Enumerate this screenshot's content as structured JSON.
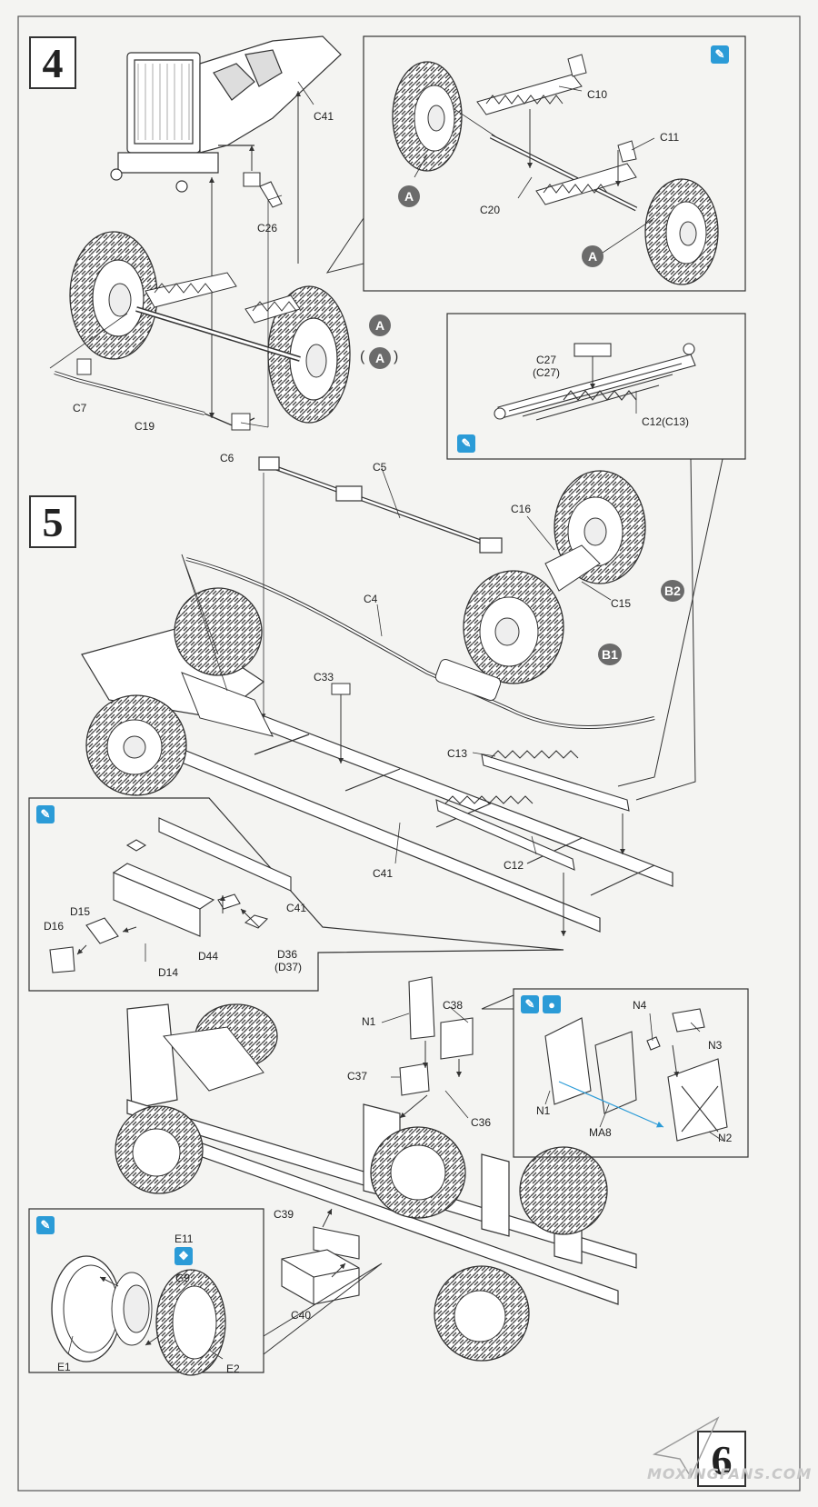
{
  "steps": {
    "step4": "4",
    "step5": "5",
    "step6": "6"
  },
  "markers": {
    "a_front_left": "A",
    "a_front_right": "A",
    "a_main": "A",
    "a_main_paren": "A",
    "b1": "B1",
    "b2": "B2"
  },
  "labels": {
    "c41_top": "C41",
    "c26": "C26",
    "c7": "C7",
    "c19": "C19",
    "c6": "C6",
    "c10": "C10",
    "c11": "C11",
    "c20": "C20",
    "c27": "C27",
    "c27_paren": "(C27)",
    "c12_c13": "C12(C13)",
    "c5": "C5",
    "c16": "C16",
    "c15": "C15",
    "c4": "C4",
    "c33": "C33",
    "c13": "C13",
    "c12": "C12",
    "c41_mid": "C41",
    "c41_inset": "C41",
    "d15": "D15",
    "d16": "D16",
    "d14": "D14",
    "d44": "D44",
    "d36": "D36",
    "d37": "(D37)",
    "n1_main": "N1",
    "c38": "C38",
    "c37": "C37",
    "c36": "C36",
    "n4": "N4",
    "n3": "N3",
    "n1_inset": "N1",
    "ma8": "MA8",
    "n2": "N2",
    "c39": "C39",
    "c40": "C40",
    "e11": "E11",
    "g9": "G9",
    "e1": "E1",
    "e2": "E2"
  },
  "watermark": "MOXINGFANS.COM",
  "colors": {
    "line": "#333333",
    "tool_blue": "#2b9bd7",
    "marker_gray": "#6b6b6b",
    "paper": "#f4f4f2"
  },
  "icons": [
    "cement-glue-icon",
    "paint-icon",
    "optional-part-icon"
  ]
}
